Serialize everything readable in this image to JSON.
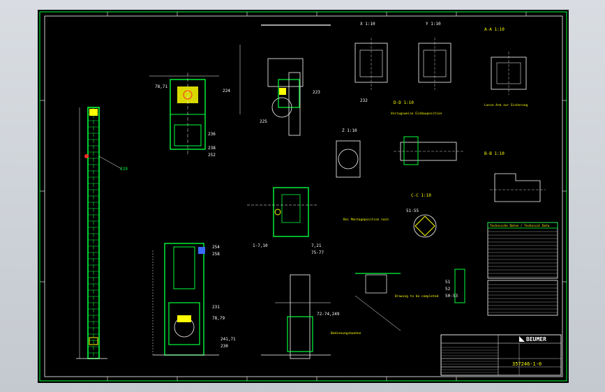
{
  "viewport": {
    "background_color": "#c7ccd2",
    "paper_color": "#000000"
  },
  "colors": {
    "green": "#00ff3c",
    "yellow": "#ffff00",
    "white": "#ffffff",
    "cyan": "#00e5ff",
    "red": "#ff2a2a",
    "blue": "#3a6bff",
    "magenta": "#ff3cff"
  },
  "views": {
    "x_label": "X 1:10",
    "y_label": "Y 1:10",
    "z_label": "Z 1:10",
    "a_label": "A-A 1:10",
    "b_label": "B-B 1:10",
    "c_label": "C-C 1:10",
    "d_label": "D-D 1:10"
  },
  "callouts": {
    "c223": "223",
    "c224": "224",
    "c225": "225",
    "c229": "229",
    "c230": "230",
    "c232": "232",
    "c236": "236",
    "c238": "238",
    "c252": "252",
    "c254": "254",
    "c258": "258",
    "c231": "231",
    "c7879": "78,79",
    "c7871": "78,71",
    "c72": "72-74,249",
    "c241": "241,71",
    "c51": "51-55",
    "c17": "1-7,10",
    "c7577": "7,21",
    "c7075": "75-77",
    "c51b": "51",
    "c52": "52",
    "c5053": "50-53"
  },
  "title_block": {
    "tech_header": "Technische Daten / Technical Data",
    "company": "BEUMER",
    "drawing_number": "357246-1-0"
  },
  "notes": {
    "n1": "Bei Montageposition nach",
    "n2": "Drawing to be completed",
    "n3": "Lasse Arm zur Sicherung",
    "n4": "Bedienungsbuehne",
    "n5": "Vorzugsweise Einbauposition"
  }
}
